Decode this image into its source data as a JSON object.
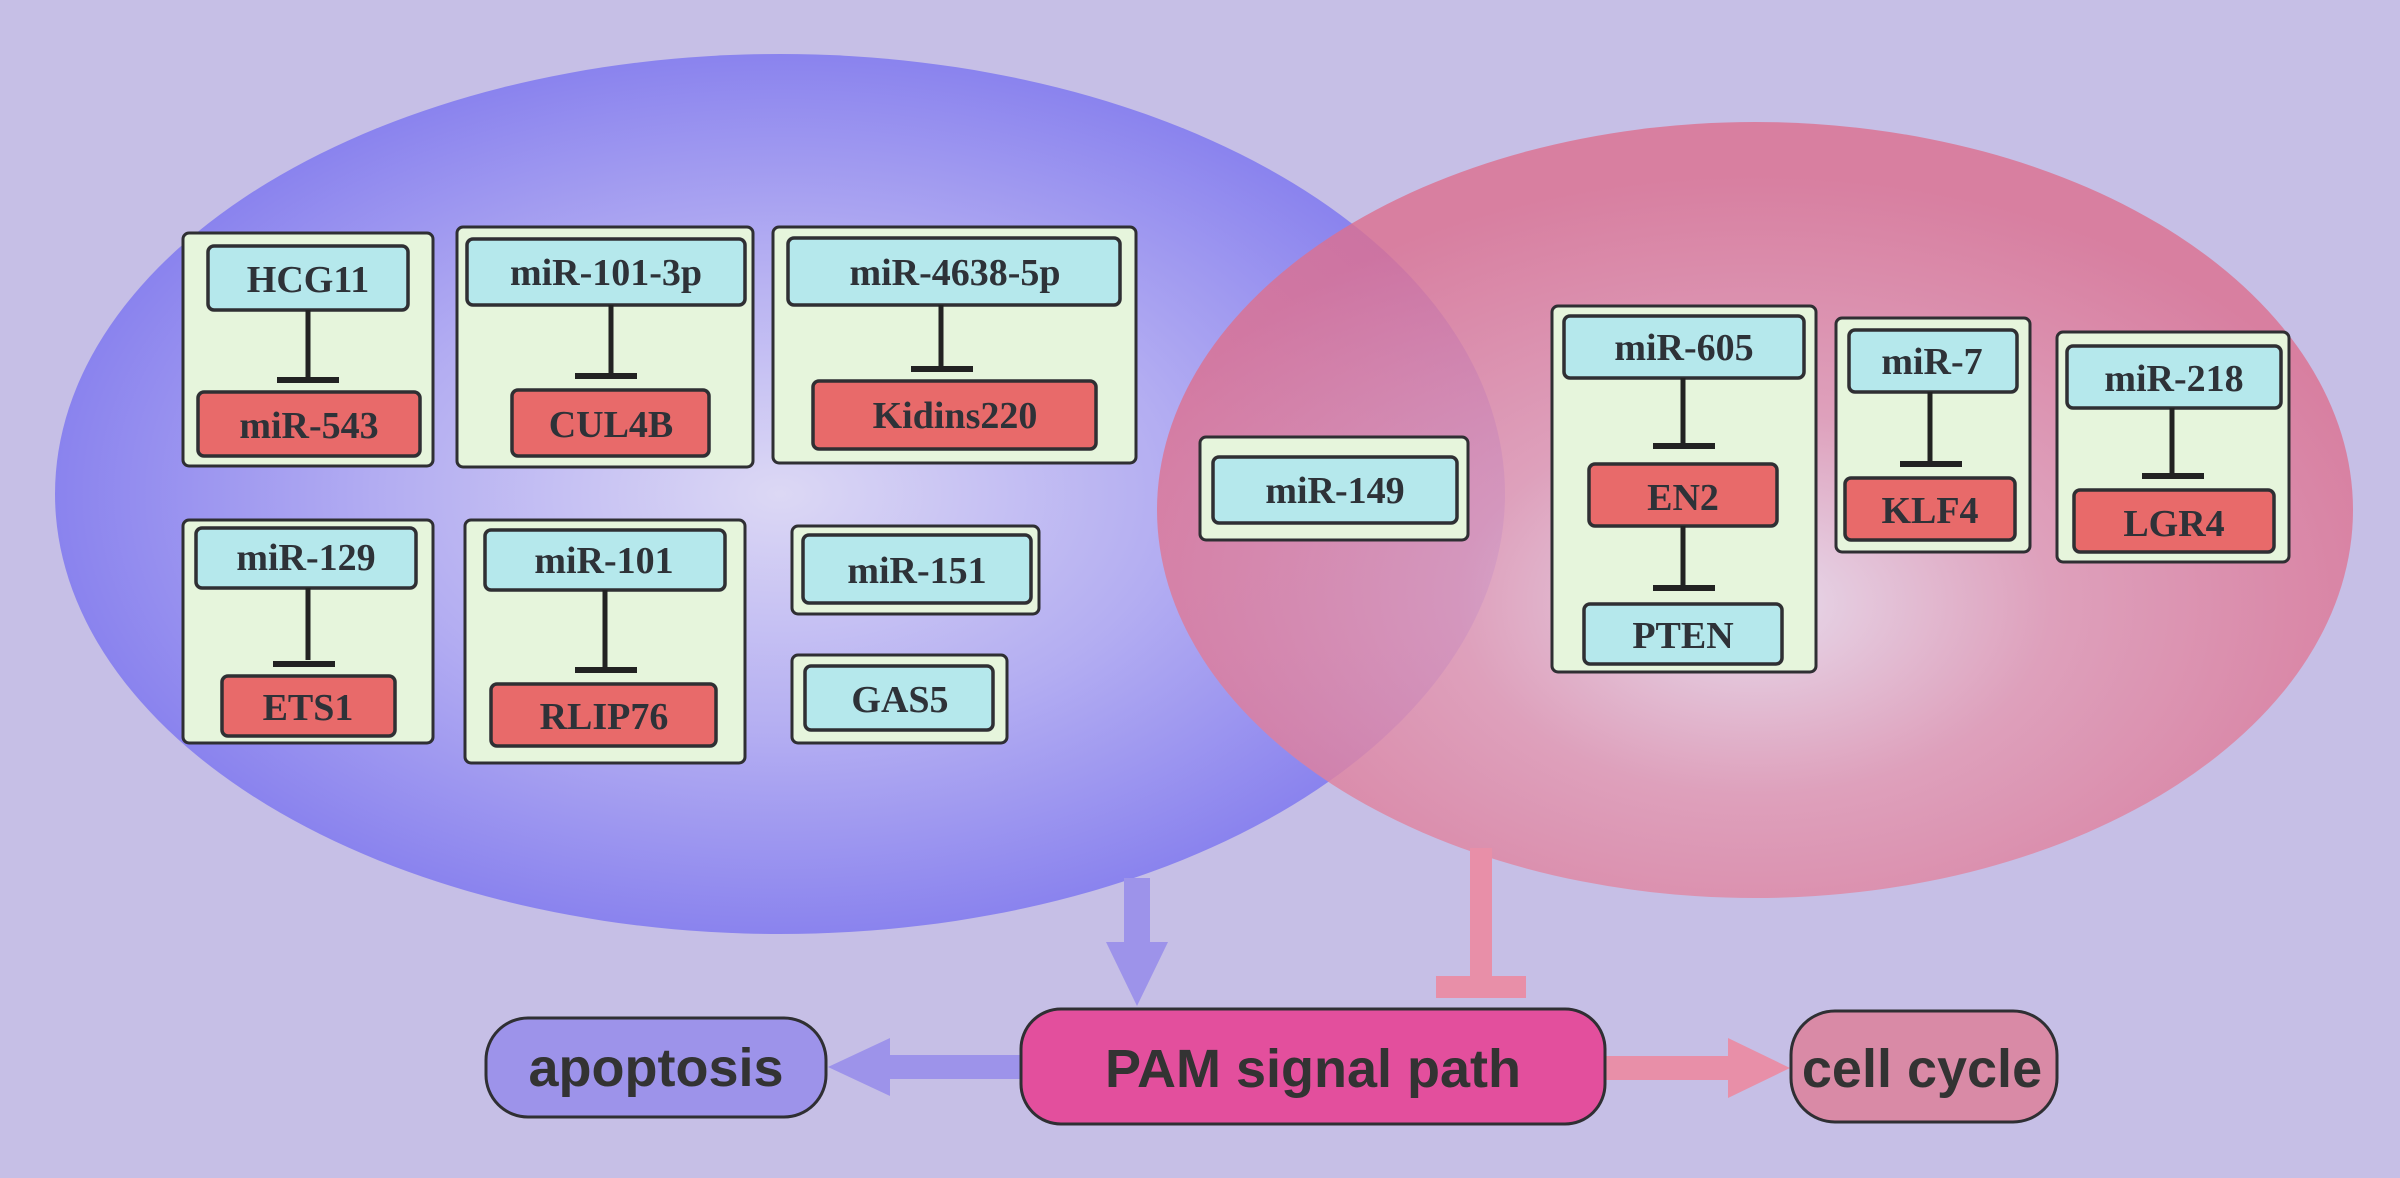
{
  "diagram": {
    "left_group": {
      "pairs": [
        {
          "regulator": "HCG11",
          "target": "miR-543"
        },
        {
          "regulator": "miR-101-3p",
          "target": "CUL4B"
        },
        {
          "regulator": "miR-4638-5p",
          "target": "Kidins220"
        },
        {
          "regulator": "miR-129",
          "target": "ETS1"
        },
        {
          "regulator": "miR-101",
          "target": "RLIP76"
        }
      ],
      "singles": [
        "miR-151",
        "GAS5"
      ]
    },
    "overlap": {
      "single": "miR-149"
    },
    "right_group": {
      "chain": [
        "miR-605",
        "EN2",
        "PTEN"
      ],
      "pairs": [
        {
          "regulator": "miR-7",
          "target": "KLF4"
        },
        {
          "regulator": "miR-218",
          "target": "LGR4"
        }
      ]
    },
    "outputs": {
      "apoptosis": "apoptosis",
      "pathway": "PAM signal path",
      "cell_cycle": "cell cycle"
    }
  },
  "colors": {
    "background": "#c6bfe6",
    "left_ellipse": "#8b84ee",
    "right_ellipse": "#de7690",
    "panel": "#e6f5dc",
    "regulator_box": "#b5e8ec",
    "target_box": "#e86a6a",
    "pathway": "#e34f9d",
    "apoptosis": "#9d93ea",
    "cell_cycle": "#d98aa6"
  }
}
